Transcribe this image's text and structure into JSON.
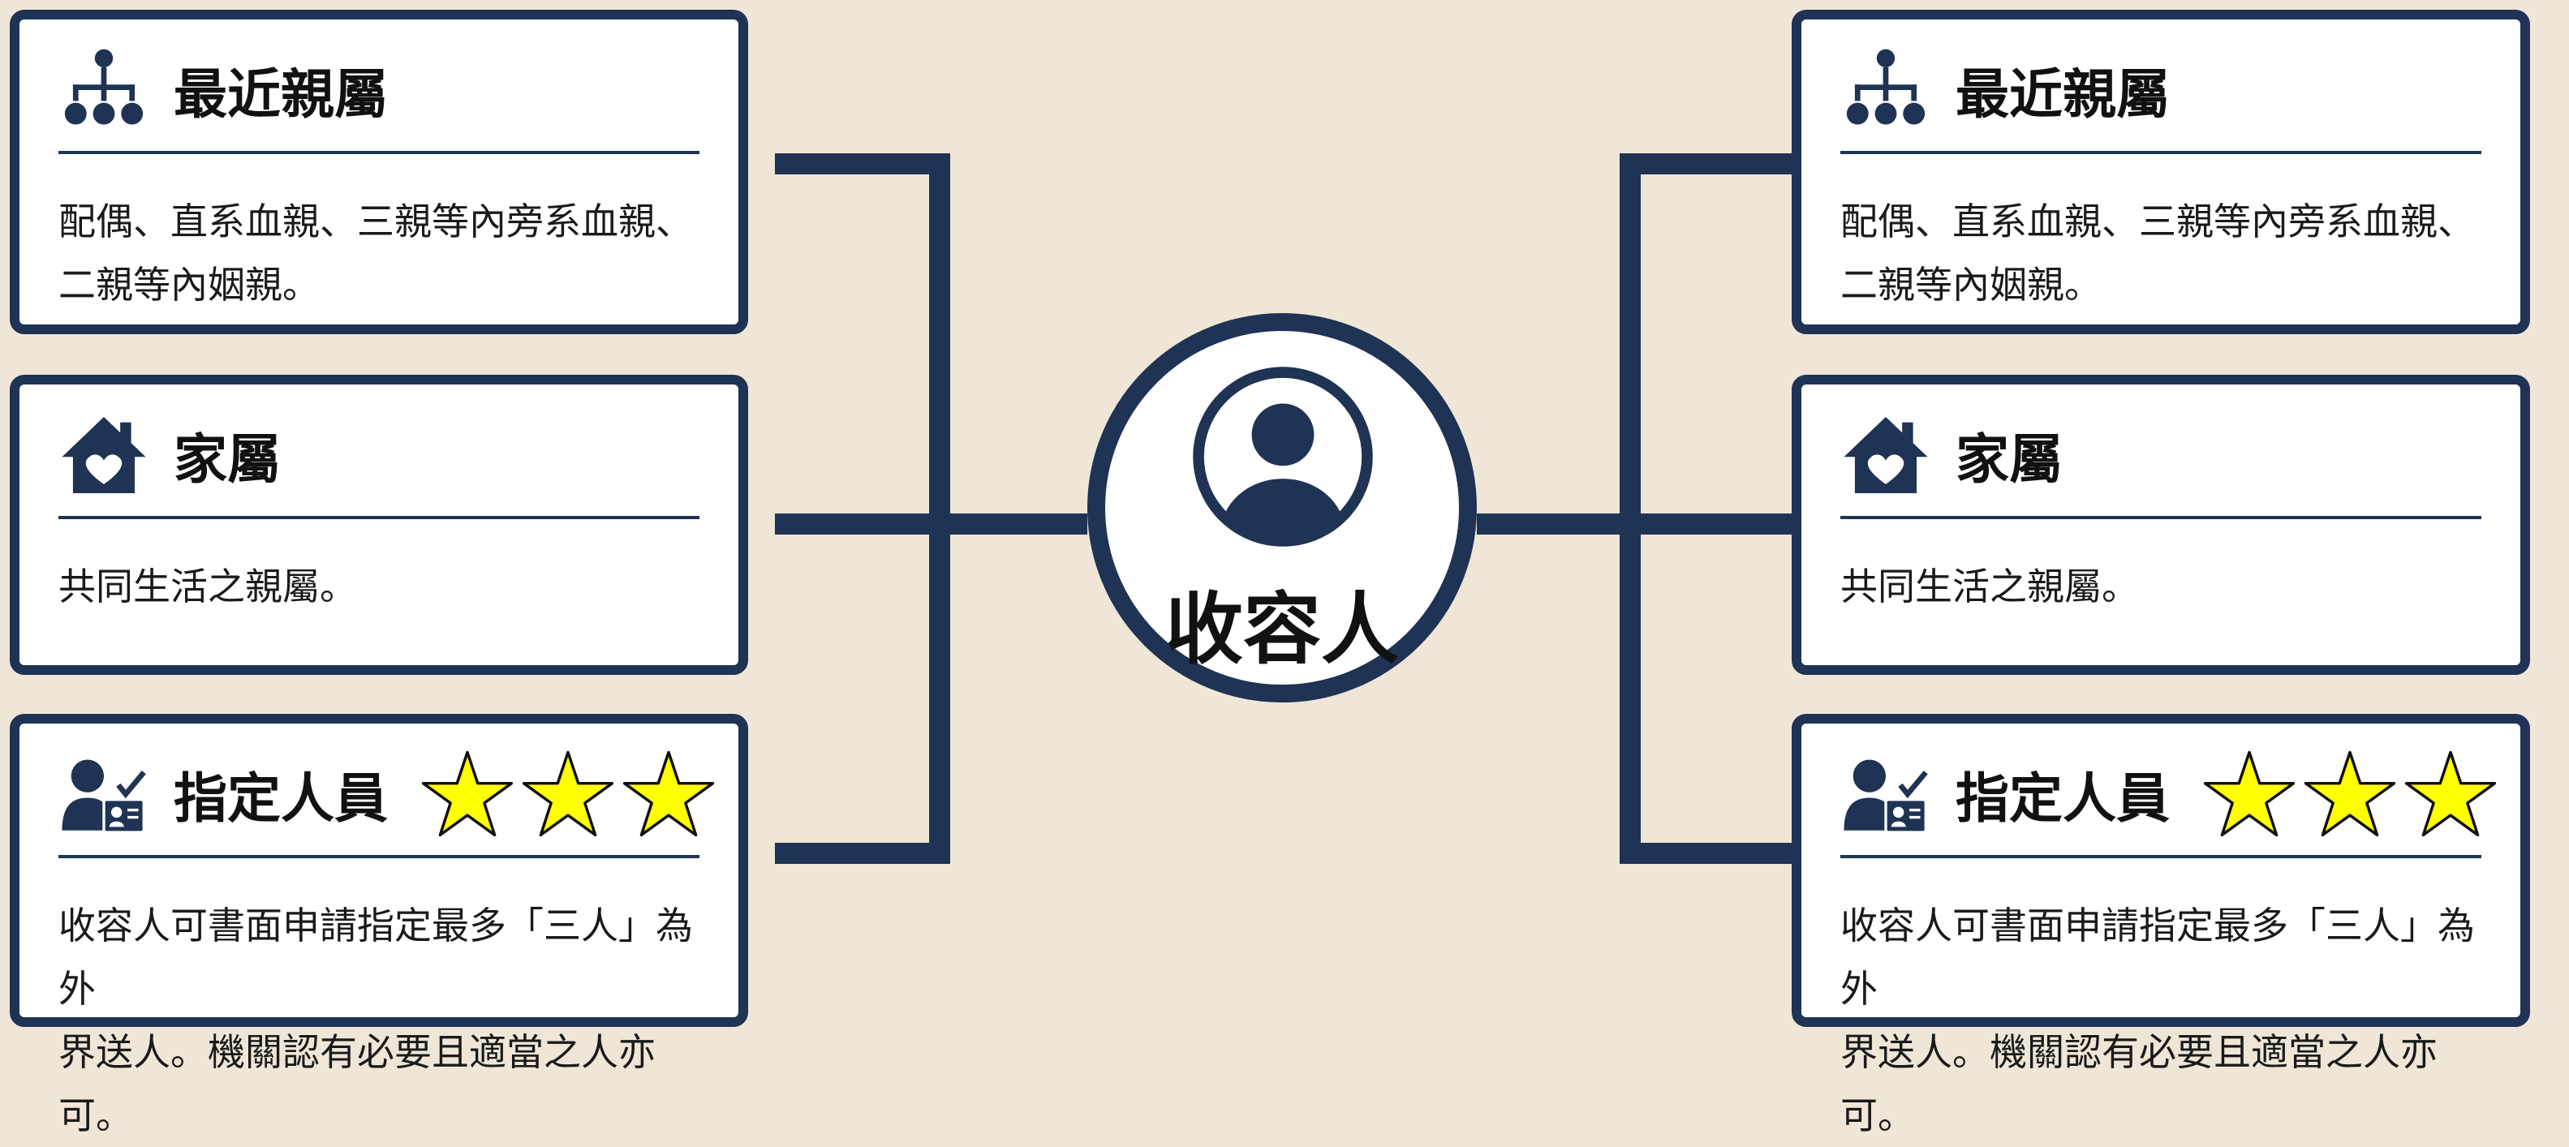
{
  "center": {
    "label": "收容人",
    "icon": "person-avatar-icon"
  },
  "left": [
    {
      "title": "最近親屬",
      "icon": "family-tree-icon",
      "description": "配偶、直系血親、三親等內旁系血親、\n二親等內姻親。",
      "stars": 0
    },
    {
      "title": "家屬",
      "icon": "house-heart-icon",
      "description": "共同生活之親屬。",
      "stars": 0
    },
    {
      "title": "指定人員",
      "icon": "designated-person-icon",
      "description": "收容人可書面申請指定最多「三人」為外\n界送人。機關認有必要且適當之人亦可。",
      "stars": 3
    }
  ],
  "right": [
    {
      "title": "最近親屬",
      "icon": "family-tree-icon",
      "description": "配偶、直系血親、三親等內旁系血親、\n二親等內姻親。",
      "stars": 0
    },
    {
      "title": "家屬",
      "icon": "house-heart-icon",
      "description": "共同生活之親屬。",
      "stars": 0
    },
    {
      "title": "指定人員",
      "icon": "designated-person-icon",
      "description": "收容人可書面申請指定最多「三人」為外\n界送人。機關認有必要且適當之人亦可。",
      "stars": 3
    }
  ],
  "colors": {
    "navy": "#1f3354",
    "background": "#efe6d7",
    "star_fill": "#ffff00"
  }
}
